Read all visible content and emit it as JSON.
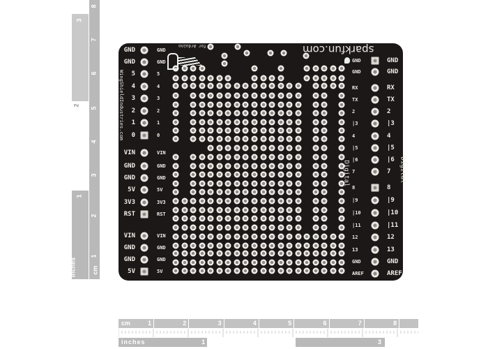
{
  "board": {
    "brand": "sparkfun.com",
    "subtitle": "for Arduino",
    "side_text": "WingShieldIndustries.com",
    "digital_label": "Digital",
    "left_pins": [
      "GND",
      "GND",
      "5",
      "4",
      "3",
      "2",
      "1",
      "0",
      "VIN",
      "GND",
      "GND",
      "5V",
      "3V3",
      "RST",
      "VIN",
      "GND",
      "GND",
      "5V"
    ],
    "right_pins": [
      "GND",
      "GND",
      "RX",
      "TX",
      "2",
      "|3",
      "4",
      "|5",
      "|6",
      "7",
      "8",
      "|9",
      "|10",
      "|11",
      "12",
      "13",
      "GND",
      "AREF"
    ],
    "colors": {
      "pcb": "#1b1817",
      "silkscreen": "#f0efe9",
      "ruler": "#b9b9b9"
    }
  },
  "rulers": {
    "bottom_cm_unit": "cm",
    "bottom_cm_ticks": [
      "1",
      "2",
      "3",
      "4",
      "5",
      "6",
      "7",
      "8"
    ],
    "bottom_in_unit": "inches",
    "bottom_in_ticks": [
      "1",
      "3"
    ],
    "left_cm_unit": "cm",
    "left_cm_ticks": [
      "1",
      "2",
      "3",
      "4",
      "5",
      "6",
      "7",
      "8"
    ],
    "left_in_unit": "inches",
    "left_in_ticks": [
      "1",
      "2",
      "3"
    ]
  }
}
